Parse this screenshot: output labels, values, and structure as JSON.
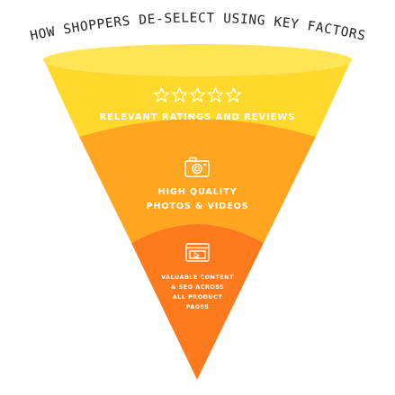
{
  "title": "HOW SHOPPERS DE-SELECT USING KEY FACTORS",
  "colors": {
    "top": "#ffd82c",
    "top_rim": "#ffe455",
    "middle": "#ffa51f",
    "bottom": "#ff7a1c",
    "tip": "#ff6414",
    "text": "#ffffff",
    "title": "#222222"
  },
  "icons": {
    "top": "star-rating-icon",
    "middle": "camera-icon",
    "bottom": "webpage-cursor-icon"
  },
  "stages": [
    {
      "lines": [
        "RELEVANT RATINGS AND REVIEWS"
      ]
    },
    {
      "lines": [
        "HIGH QUALITY",
        "PHOTOS & VIDEOS"
      ]
    },
    {
      "lines": [
        "VALUABLE CONTENT",
        "& SEO ACROSS",
        "ALL PRODUCT",
        "PAGES"
      ]
    }
  ]
}
